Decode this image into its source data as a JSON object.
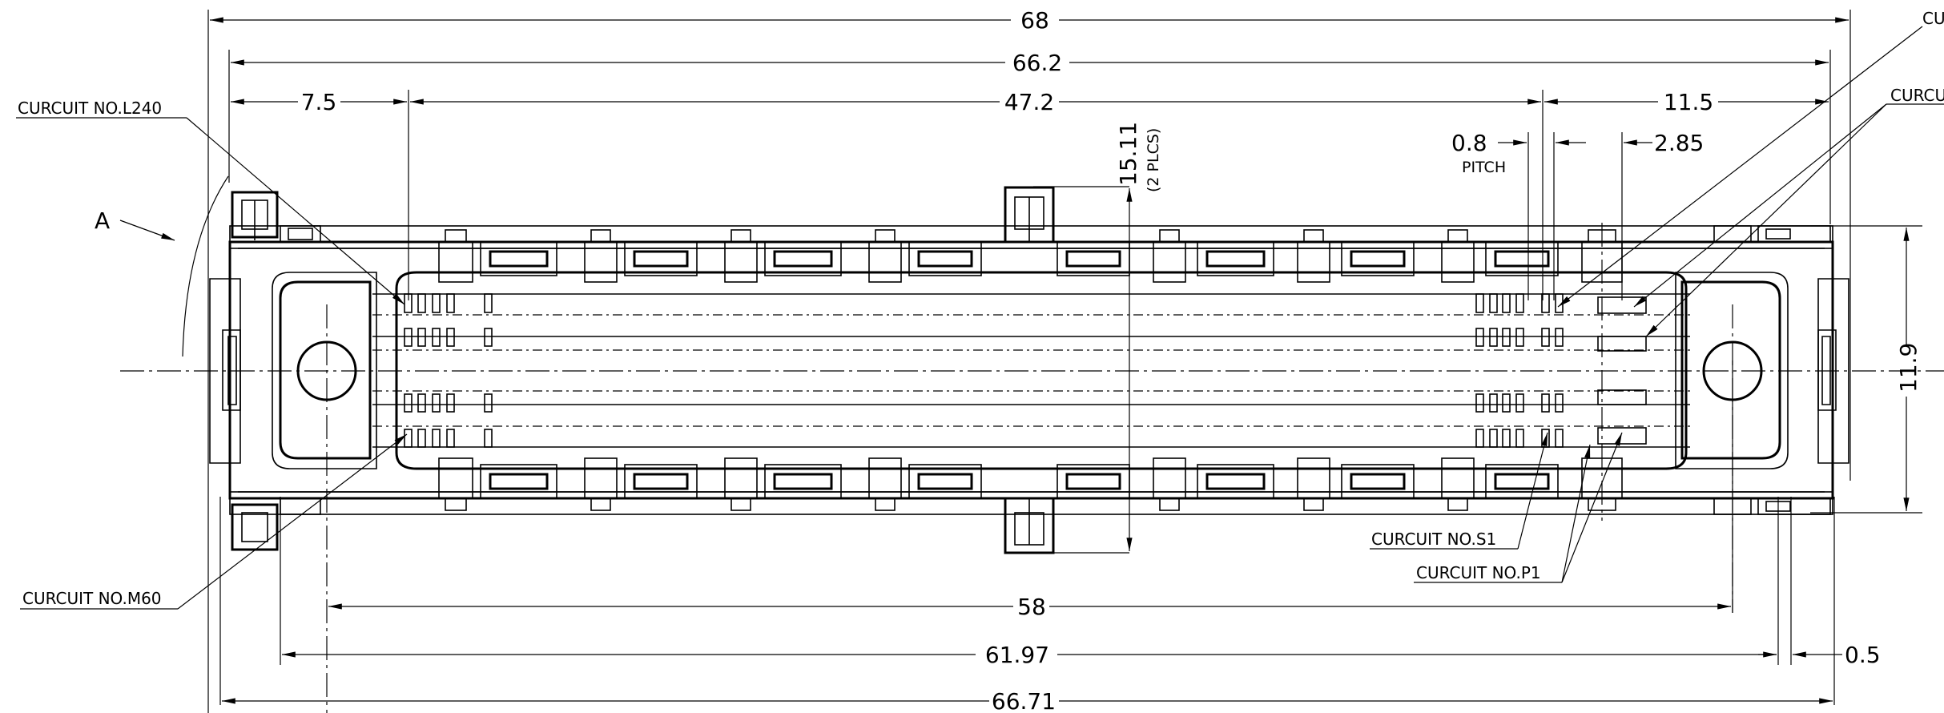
{
  "dimensions": {
    "overall_width": "68",
    "body_width": "66.2",
    "left_offset": "7.5",
    "circuit_span": "47.2",
    "right_offset": "11.5",
    "pitch_value": "0.8",
    "pitch_label": "PITCH",
    "right_pin_offset": "2.85",
    "post_height": "15.11",
    "post_height_note": "(2 PLCS)",
    "body_height": "11.9",
    "hole_spacing": "58",
    "base_width": "61.97",
    "edge_offset": "0.5",
    "bottom_width": "66.71"
  },
  "labels": {
    "view_marker": "A",
    "circuit_l240": "CURCUIT NO.L240",
    "circuit_m60": "CURCUIT NO.M60",
    "circuit_s1": "CURCUIT NO.S1",
    "circuit_p1": "CURCUIT NO.P1",
    "circuit_top_right_cut": "CU",
    "circuit_right_cut": "CURCU"
  }
}
